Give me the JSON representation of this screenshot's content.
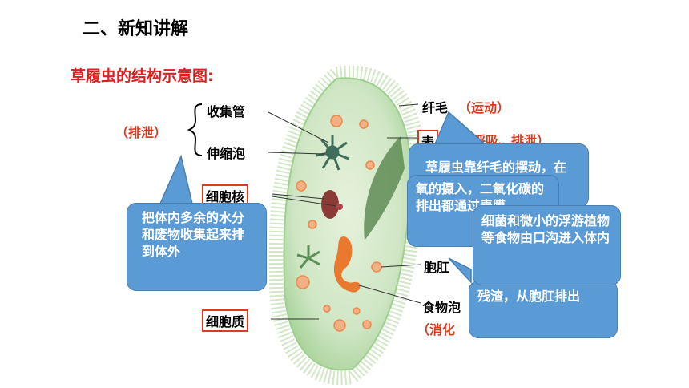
{
  "slide": {
    "heading": "二、新知讲解",
    "subtitle": "草履虫的结构示意图:"
  },
  "labels": {
    "shoujiguan": "收集管",
    "shensuopao": "伸缩泡",
    "paixie": "（排泄）",
    "xibaohe": "细胞核",
    "xibaozhi": "细胞质",
    "xianmao": "纤毛",
    "yundong": "（运动）",
    "biaomo_partial": "表",
    "huxi_paixie": "呼吸、排泄）",
    "baogang": "胞肛",
    "shiwupao_partial": "食物泡",
    "xiaohua_partial": "（消化"
  },
  "callouts": {
    "c1": "把体内多余的水分和废物收集起来排到体外",
    "c2": "草履虫靠纤毛的摆动，在水中旋转前进",
    "c3": "氧的摄入，二氧化碳的排出都通过表膜",
    "c4": "细菌和微小的浮游植物等食物由口沟进入体内",
    "c5": "残渣，从胞肛排出"
  },
  "colors": {
    "red": "#e03a1e",
    "callout_blue": "#5b9bd5",
    "cell_green": "#cfe6c4"
  }
}
